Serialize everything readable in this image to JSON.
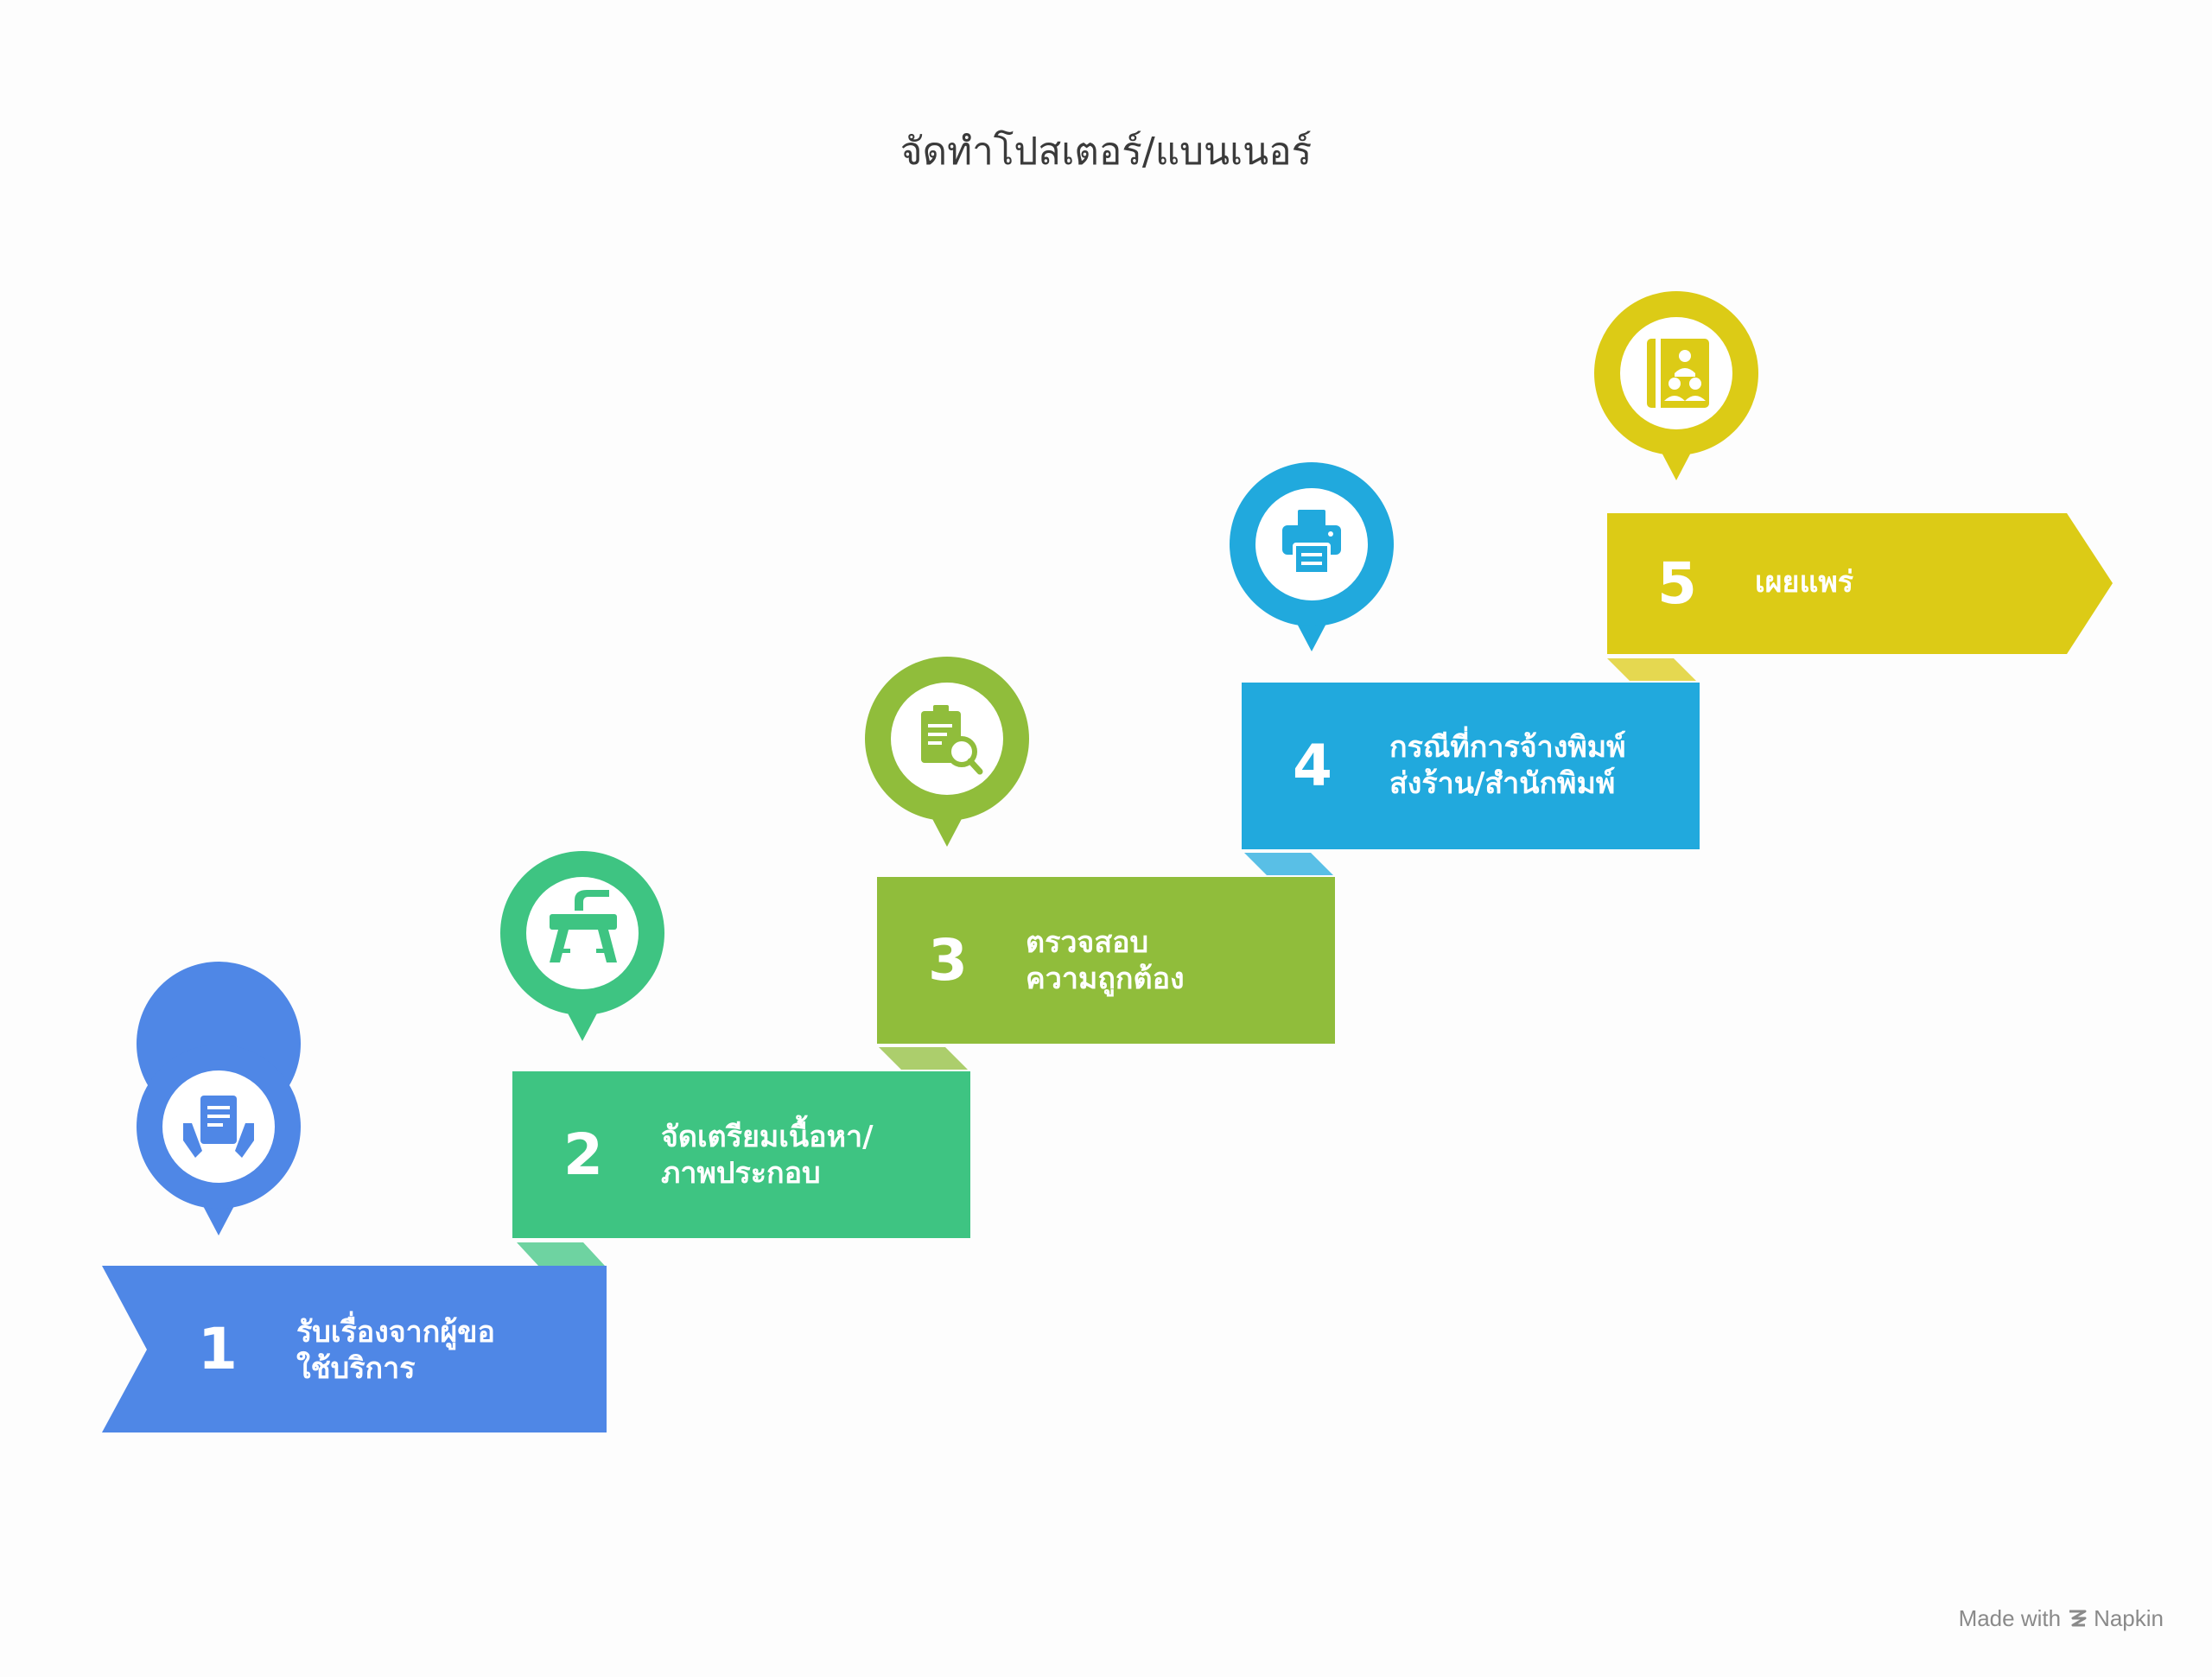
{
  "title": "จัดทำโปสเตอร์/แบนเนอร์",
  "steps": [
    {
      "number": "1",
      "line1": "รับเรื่องจากผู้ขอ",
      "line2": "ใช้บริการ",
      "color": "#4f87e6",
      "icon": "hands-holding-document-icon"
    },
    {
      "number": "2",
      "line1": "จัดเตรียมเนื้อหา/",
      "line2": "ภาพประกอบ",
      "color": "#3ec482",
      "icon": "worktable-icon"
    },
    {
      "number": "3",
      "line1": "ตรวจสอบ",
      "line2": "ความถูกต้อง",
      "color": "#90bd3b",
      "icon": "clipboard-search-icon"
    },
    {
      "number": "4",
      "line1": "กรณีที่การจ้างพิมพ์",
      "line2": "ส่งร้าน/สำนักพิมพ์",
      "color": "#21a9dd",
      "icon": "printer-icon"
    },
    {
      "number": "5",
      "line1": "เผยแพร่",
      "line2": "",
      "color": "#dccb16",
      "icon": "contact-book-icon"
    }
  ],
  "footer": {
    "made_with": "Made with",
    "brand": "Napkin"
  }
}
